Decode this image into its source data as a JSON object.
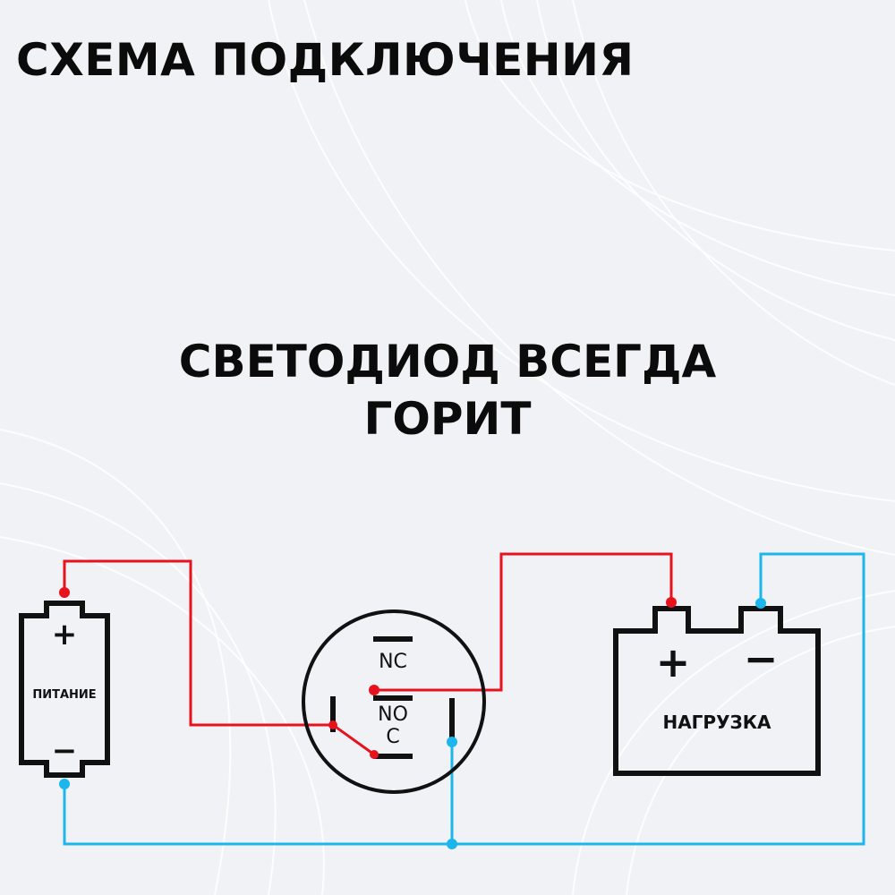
{
  "title": "СХЕМА ПОДКЛЮЧЕНИЯ",
  "subtitle": {
    "line1": "СВЕТОДИОД ВСЕГДА",
    "line2": "ГОРИТ"
  },
  "diagram": {
    "power_supply": {
      "label": "ПИТАНИЕ",
      "plus": "+",
      "minus": "−"
    },
    "switch": {
      "nc": "NC",
      "no": "NO",
      "c": "C"
    },
    "load": {
      "label": "НАГРУЗКА",
      "plus": "+",
      "minus": "−"
    }
  },
  "colors": {
    "positive_wire": "#e8121d",
    "negative_wire": "#1cb6ee",
    "outline": "#111111",
    "background": "#f1f2f5"
  }
}
